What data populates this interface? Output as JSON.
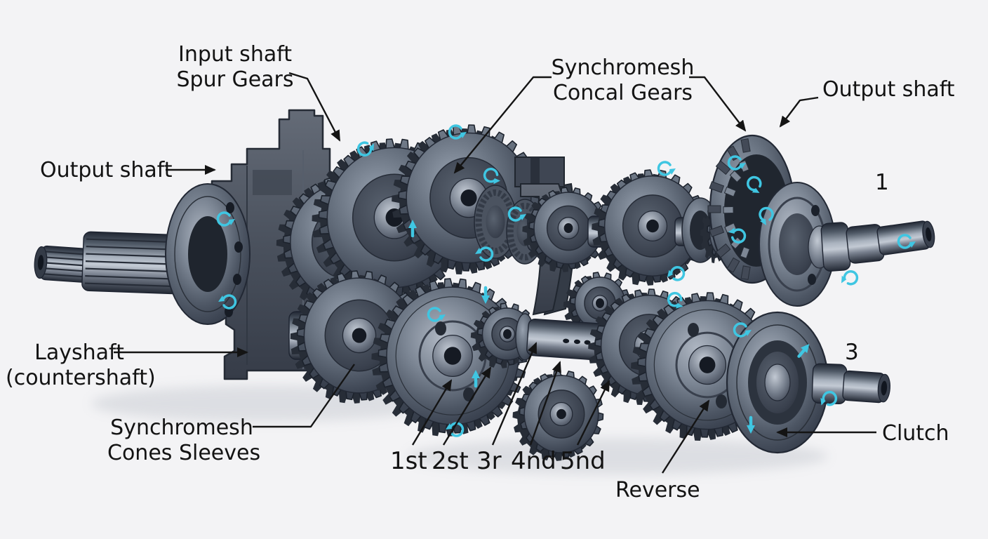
{
  "colors": {
    "background": "#f3f3f5",
    "ink": "#141414",
    "cyan_accent": "#3fc6e2",
    "steel_dark": "#333a46",
    "steel_mid": "#5a6472",
    "steel_light": "#9aa3b0"
  },
  "labels": {
    "input_spur": {
      "line1": "Input shaft",
      "line2": "Spur Gears"
    },
    "synchromesh_top": {
      "line1": "Synchromesh",
      "line2": "Concal Gears"
    },
    "output_shaft_right": "Output shaft",
    "output_shaft_left": "Output shaft",
    "layshaft": {
      "line1": "Layshaft",
      "line2": "(countershaft)"
    },
    "synchromesh_bottom": {
      "line1": "Synchromesh",
      "line2": "Cones Sleeves"
    },
    "gear_positions": [
      "1st",
      "2st",
      "3r",
      "4nd",
      "5nd"
    ],
    "reverse": "Reverse",
    "clutch": "Clutch",
    "marker_1": "1",
    "marker_3": "3"
  }
}
